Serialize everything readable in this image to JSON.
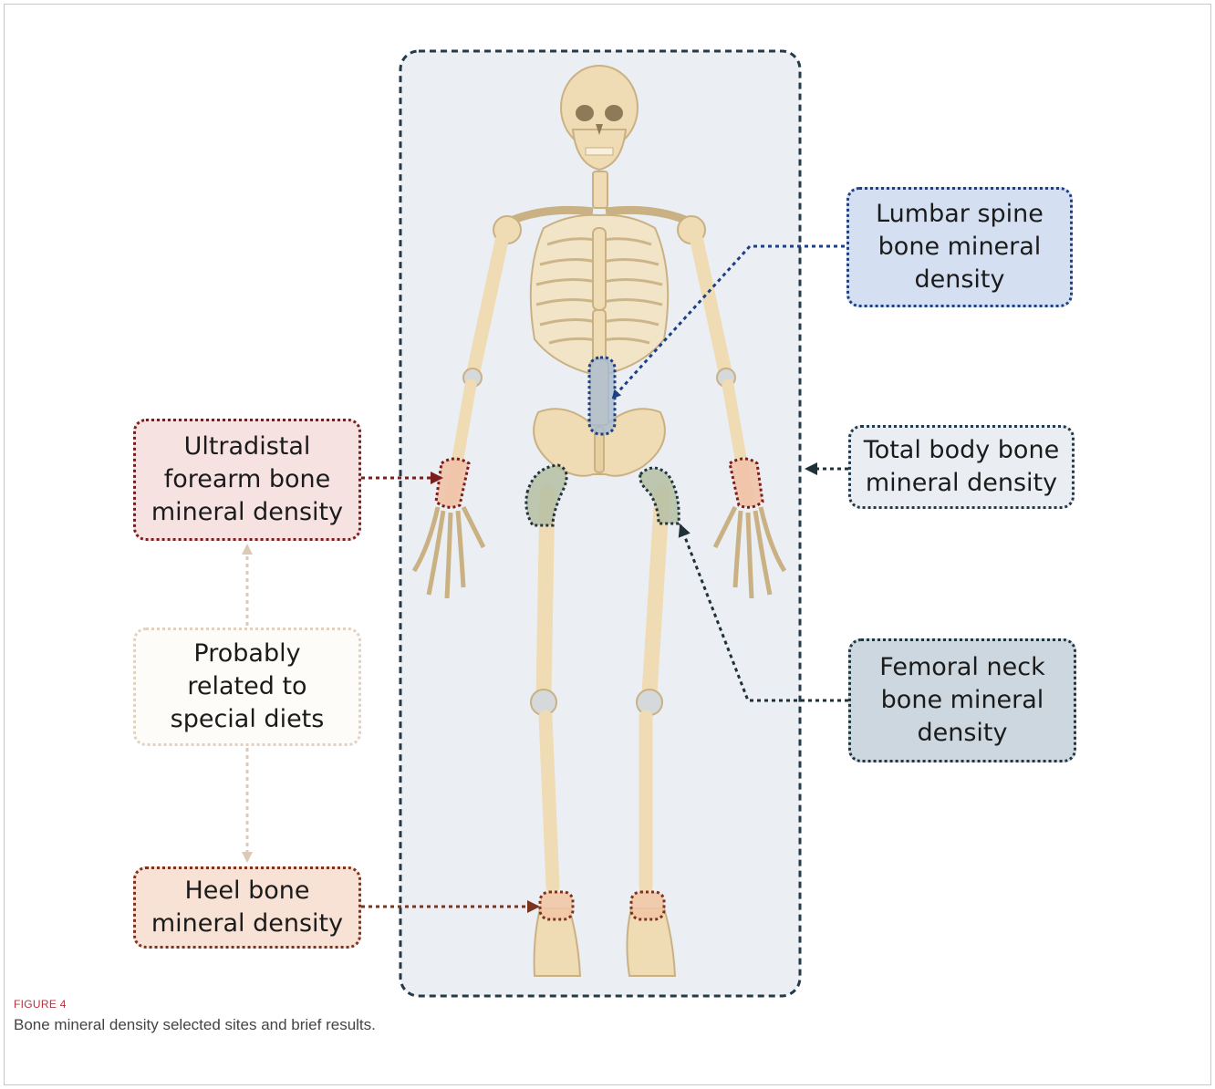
{
  "labels": {
    "lumbar": "Lumbar spine\nbone mineral\ndensity",
    "total": "Total body bone\nmineral density",
    "femoral": "Femoral neck\nbone mineral\ndensity",
    "forearm": "Ultradistal\nforearm bone\nmineral density",
    "diets": "Probably\nrelated to\nspecial diets",
    "heel": "Heel bone\nmineral density"
  },
  "caption": {
    "figure_number": "FIGURE 4",
    "text": "Bone mineral density selected sites and brief results."
  },
  "colors": {
    "panel_bg": "#ebeff3",
    "bone": "#efdcb4",
    "bone_stroke": "#c9b184",
    "cartilage": "#d5d9dc",
    "lumbar": "#1d3f86",
    "total": "#223a4a",
    "femoral": "#22353f",
    "forearm": "#7c1d1d",
    "diets": "#dccab8",
    "heel": "#7b3420"
  }
}
